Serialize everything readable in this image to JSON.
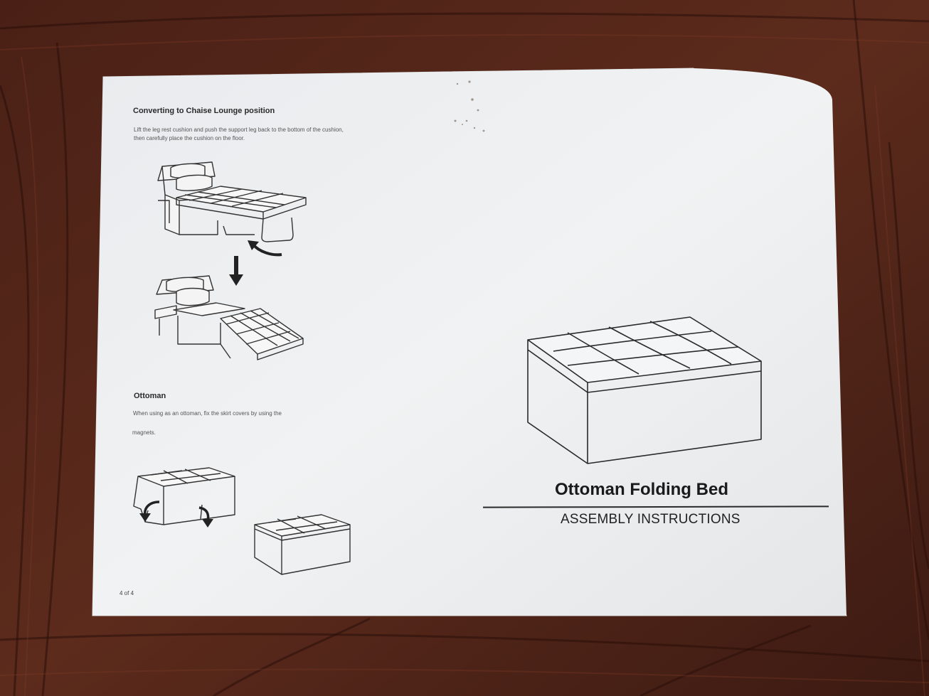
{
  "sections": {
    "chaise": {
      "title": "Converting to Chaise Lounge position",
      "line1": "Lift the leg rest cushion and push the support leg back to the bottom of the cushion,",
      "line2": "then carefully place the cushion on the floor."
    },
    "ottoman": {
      "title": "Ottoman",
      "line1": "When using as an ottoman, fix the skirt covers by using the",
      "line2": "magnets."
    }
  },
  "cover": {
    "title": "Ottoman Folding Bed",
    "subtitle": "ASSEMBLY INSTRUCTIONS"
  },
  "page_number": "4 of 4",
  "colors": {
    "paper": "#eef0f1",
    "wood_dark": "#3a1a12",
    "wood_mid": "#5a2a1c",
    "ink": "#2a2a2a"
  },
  "icons": [
    "sofa-bed-icon",
    "chaise-lounge-icon",
    "arrow-down-icon",
    "curved-arrow-icon",
    "ottoman-skirt-icon",
    "ottoman-box-icon",
    "ottoman-large-icon"
  ]
}
